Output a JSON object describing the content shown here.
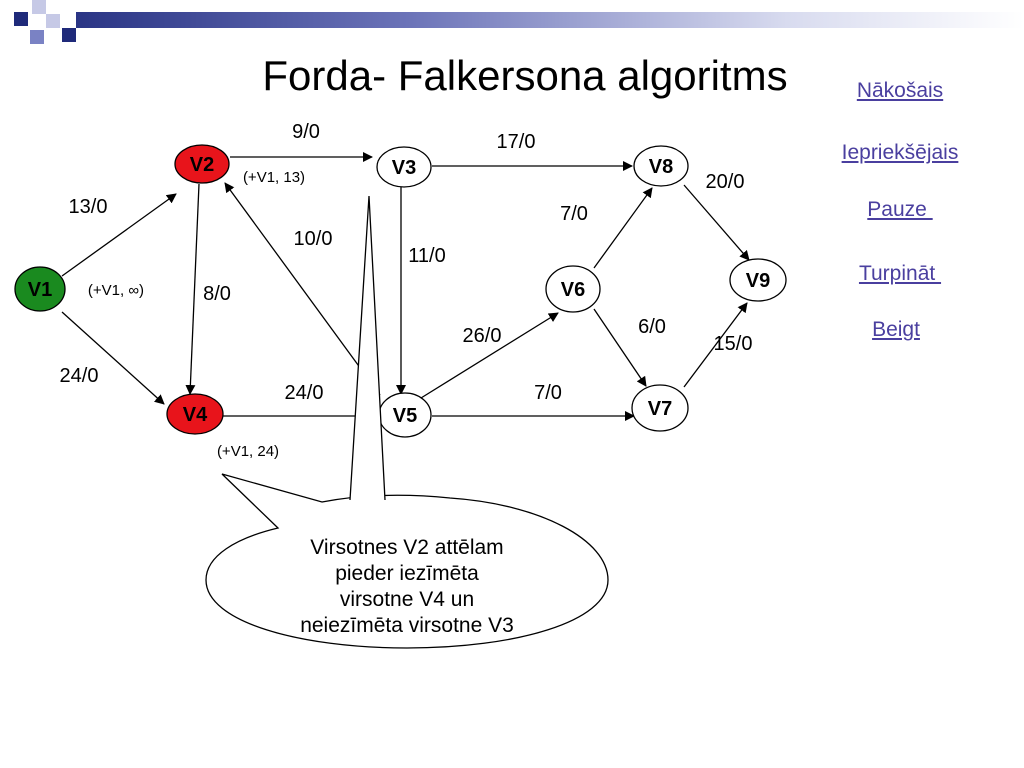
{
  "title": "Forda- Falkersona algoritms",
  "nav": {
    "next": "Nākošais",
    "previous": "Iepriekšējais",
    "pause": "Pauze ",
    "continue": "Turpināt ",
    "end": "Beigt"
  },
  "colors": {
    "labeled_node": "#e8141b",
    "source_node": "#1a8a1f",
    "default_node": "#ffffff",
    "link": "#4a3f9f",
    "header_squares": [
      "#1f2a7a",
      "#7a82c4",
      "#c6c9e6"
    ]
  },
  "graph": {
    "nodes": [
      {
        "id": "V1",
        "label": "V1",
        "state": "source"
      },
      {
        "id": "V2",
        "label": "V2",
        "state": "labeled"
      },
      {
        "id": "V3",
        "label": "V3",
        "state": "default"
      },
      {
        "id": "V4",
        "label": "V4",
        "state": "labeled"
      },
      {
        "id": "V5",
        "label": "V5",
        "state": "default"
      },
      {
        "id": "V6",
        "label": "V6",
        "state": "default"
      },
      {
        "id": "V7",
        "label": "V7",
        "state": "default"
      },
      {
        "id": "V8",
        "label": "V8",
        "state": "default"
      },
      {
        "id": "V9",
        "label": "V9",
        "state": "default"
      }
    ],
    "edges": [
      {
        "from": "V1",
        "to": "V2",
        "label": "13/0"
      },
      {
        "from": "V1",
        "to": "V4",
        "label": "24/0"
      },
      {
        "from": "V2",
        "to": "V3",
        "label": "9/0"
      },
      {
        "from": "V2",
        "to": "V4",
        "label": "8/0"
      },
      {
        "from": "V5",
        "to": "V2",
        "label": "10/0"
      },
      {
        "from": "V3",
        "to": "V5",
        "label": "11/0"
      },
      {
        "from": "V3",
        "to": "V8",
        "label": "17/0"
      },
      {
        "from": "V4",
        "to": "V5",
        "label": "24/0"
      },
      {
        "from": "V5",
        "to": "V6",
        "label": "26/0"
      },
      {
        "from": "V5",
        "to": "V7",
        "label": "7/0"
      },
      {
        "from": "V6",
        "to": "V8",
        "label": "7/0"
      },
      {
        "from": "V6",
        "to": "V7",
        "label": "6/0"
      },
      {
        "from": "V8",
        "to": "V9",
        "label": "20/0"
      },
      {
        "from": "V7",
        "to": "V9",
        "label": "15/0"
      }
    ],
    "node_marks": {
      "V1": "(+V1, ∞)",
      "V2": "(+V1, 13)",
      "V4": "(+V1, 24)"
    }
  },
  "callout": {
    "lines": [
      "Virsotnes V2 attēlam",
      "pieder iezīmēta",
      "virsotne V4 un",
      "neiezīmēta virsotne V3"
    ]
  }
}
